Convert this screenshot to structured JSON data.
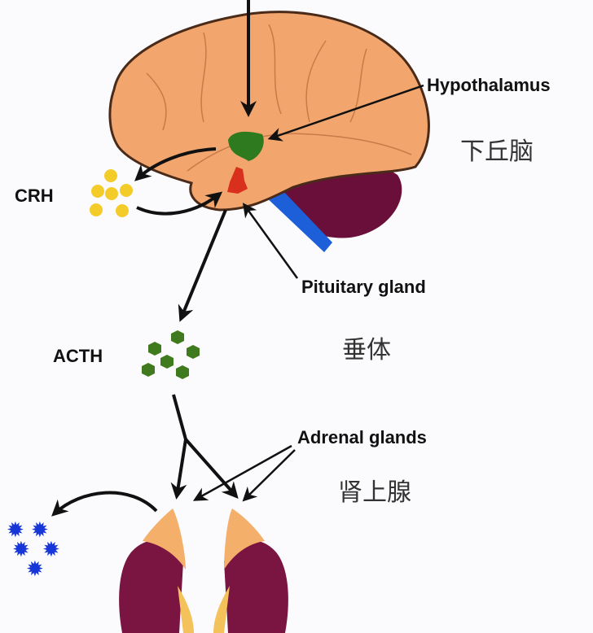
{
  "labels": {
    "hypothalamus": "Hypothalamus",
    "hypothalamus_cn": "下丘脑",
    "crh": "CRH",
    "pituitary": "Pituitary gland",
    "pituitary_cn": "垂体",
    "acth": "ACTH",
    "adrenal": "Adrenal glands",
    "adrenal_cn": "肾上腺"
  },
  "colors": {
    "brain": "#f2a66e",
    "hypothalamus": "#2e7a1e",
    "pituitary": "#d8301c",
    "cerebellum": "#6a0f3a",
    "brainstem": "#1c5fd8",
    "crh": "#f3cc2a",
    "acth": "#3f7a1e",
    "cortisol": "#1636d8",
    "kidney": "#7a1440",
    "adrenal_gland": "#f4b06a"
  }
}
